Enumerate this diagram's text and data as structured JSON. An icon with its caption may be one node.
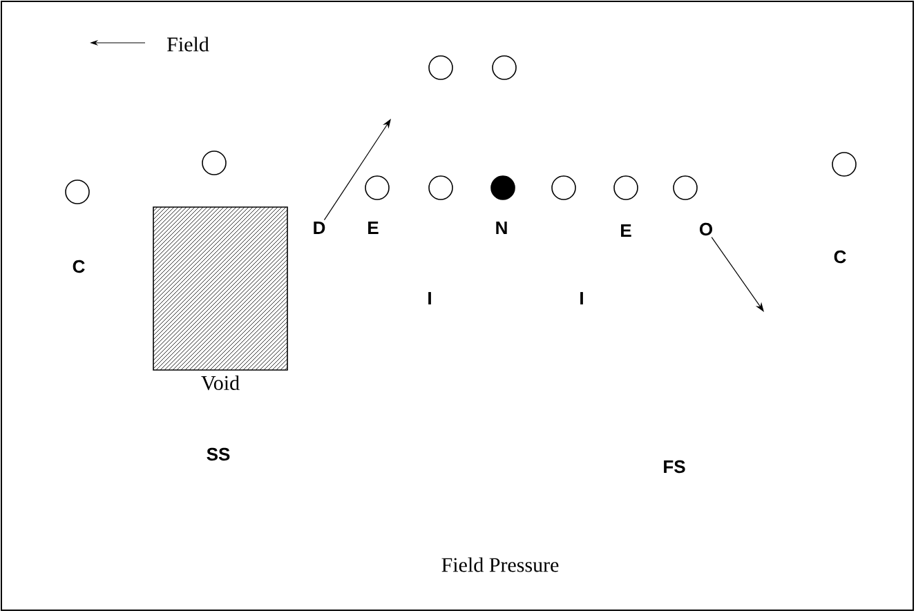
{
  "diagram": {
    "caption": "Field Pressure",
    "nodes": [
      {
        "text": [],
        "shape": "circle"
      },
      {
        "text": [],
        "shape": "circle"
      },
      {
        "text": [],
        "shape": "circle"
      },
      {
        "text": [],
        "shape": "circle"
      },
      {
        "text": [],
        "shape": "circle"
      },
      {
        "text": [],
        "shape": "circle"
      },
      {
        "text": [],
        "shape": "dot"
      },
      {
        "text": [],
        "shape": "circle"
      },
      {
        "text": [],
        "shape": "circle"
      },
      {
        "text": [],
        "shape": "circle"
      },
      {
        "text": [],
        "shape": "circle"
      },
      {
        "text": [
          "Void"
        ]
      },
      {
        "text": [
          "D"
        ]
      },
      {
        "text": [
          "O"
        ]
      }
    ],
    "edges": [
      {
        "from": 12,
        "to": null,
        "arrow": "to"
      },
      {
        "from": 13,
        "to": null,
        "arrow": "to"
      }
    ],
    "labels": [
      "Field",
      "E",
      "N",
      "E",
      "C",
      "C",
      "I",
      "I",
      "SS",
      "FS"
    ]
  }
}
